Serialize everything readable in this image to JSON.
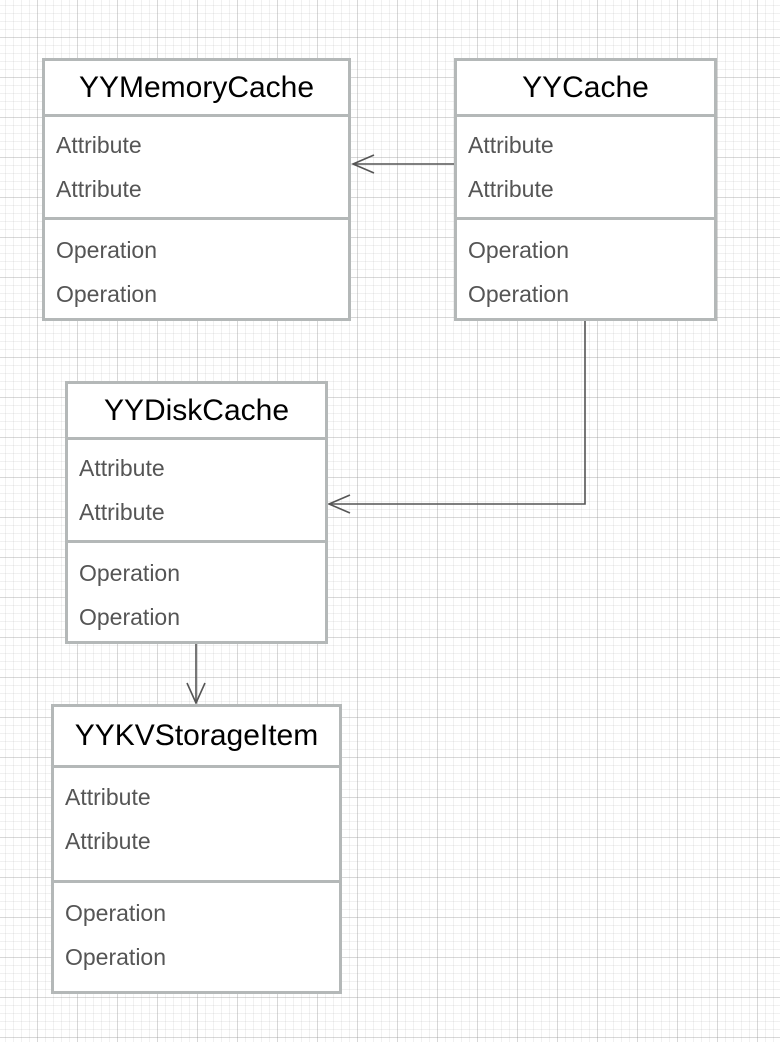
{
  "diagram": {
    "classes": [
      {
        "id": "yymemorycache",
        "name": "YYMemoryCache",
        "attributes": [
          "Attribute",
          "Attribute"
        ],
        "operations": [
          "Operation",
          "Operation"
        ]
      },
      {
        "id": "yycache",
        "name": "YYCache",
        "attributes": [
          "Attribute",
          "Attribute"
        ],
        "operations": [
          "Operation",
          "Operation"
        ]
      },
      {
        "id": "yydiskcache",
        "name": "YYDiskCache",
        "attributes": [
          "Attribute",
          "Attribute"
        ],
        "operations": [
          "Operation",
          "Operation"
        ]
      },
      {
        "id": "yykvstorageitem",
        "name": "YYKVStorageItem",
        "attributes": [
          "Attribute",
          "Attribute"
        ],
        "operations": [
          "Operation",
          "Operation"
        ]
      }
    ],
    "associations": [
      {
        "from": "YYCache",
        "to": "YYMemoryCache",
        "arrow": "open"
      },
      {
        "from": "YYCache",
        "to": "YYDiskCache",
        "arrow": "open"
      },
      {
        "from": "YYDiskCache",
        "to": "YYKVStorageItem",
        "arrow": "open"
      }
    ],
    "colors": {
      "border": "#b4b8b8",
      "connector": "#555555",
      "name_text": "#000000",
      "member_text": "#555555",
      "grid": "#e6e6e6"
    }
  }
}
